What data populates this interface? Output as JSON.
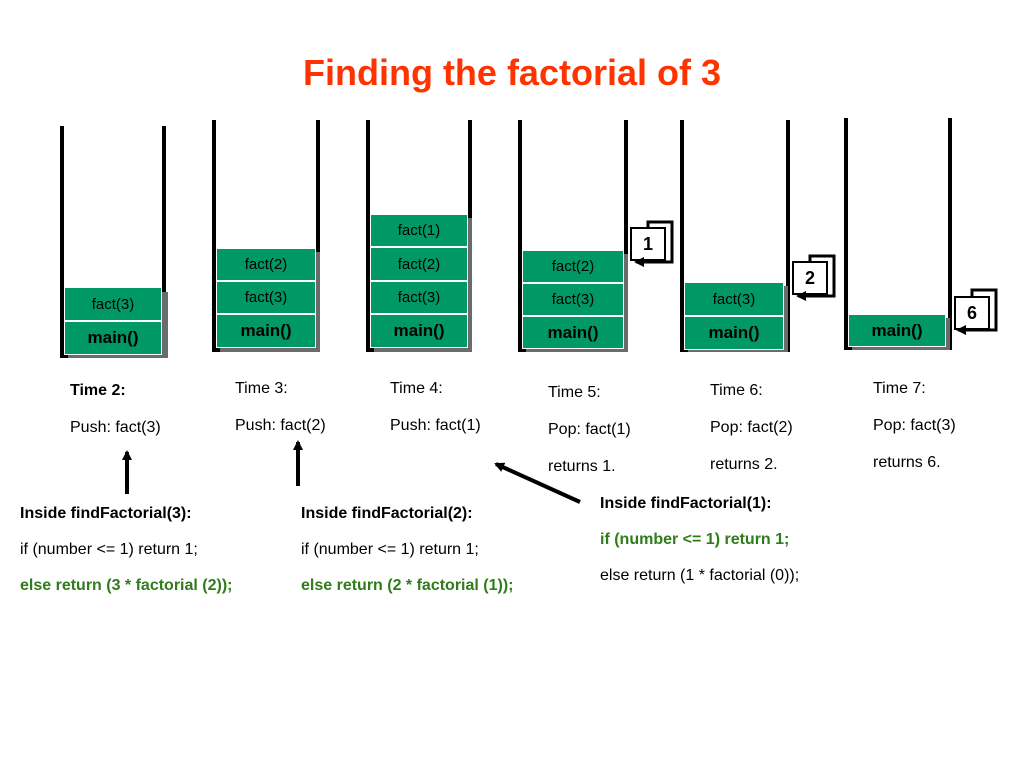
{
  "title": "Finding the factorial of 3",
  "colors": {
    "title": "#ff3300",
    "frame": "#009966",
    "code_green": "#2e7d1a"
  },
  "stacks": [
    {
      "frames": [
        "fact(3)",
        "main()"
      ],
      "label": [
        "Time 2:",
        "Push:  fact(3)"
      ]
    },
    {
      "frames": [
        "fact(2)",
        "fact(3)",
        "main()"
      ],
      "label": [
        "Time 3:",
        "Push: fact(2)"
      ]
    },
    {
      "frames": [
        "fact(1)",
        "fact(2)",
        "fact(3)",
        "main()"
      ],
      "label": [
        "Time 4:",
        "Push: fact(1)"
      ]
    },
    {
      "frames": [
        "fact(2)",
        "fact(3)",
        "main()"
      ],
      "label": [
        "Time 5:",
        "Pop: fact(1)",
        "returns 1."
      ],
      "return_value": "1"
    },
    {
      "frames": [
        "fact(3)",
        "main()"
      ],
      "label": [
        "Time 6:",
        "Pop: fact(2)",
        "returns 2."
      ],
      "return_value": "2"
    },
    {
      "frames": [
        "main()"
      ],
      "label": [
        "Time 7:",
        "Pop: fact(3)",
        "returns 6."
      ],
      "return_value": "6"
    }
  ],
  "code_blocks": [
    {
      "lines": [
        "Inside findFactorial(3):",
        "if (number <= 1) return 1;",
        "else return (3 * factorial (2));"
      ]
    },
    {
      "lines": [
        "Inside findFactorial(2):",
        "if (number <= 1) return 1;",
        "else return (2 * factorial (1));"
      ]
    },
    {
      "lines": [
        "Inside findFactorial(1):",
        "if (number <= 1) return 1;",
        "else return (1 * factorial (0));"
      ]
    }
  ]
}
